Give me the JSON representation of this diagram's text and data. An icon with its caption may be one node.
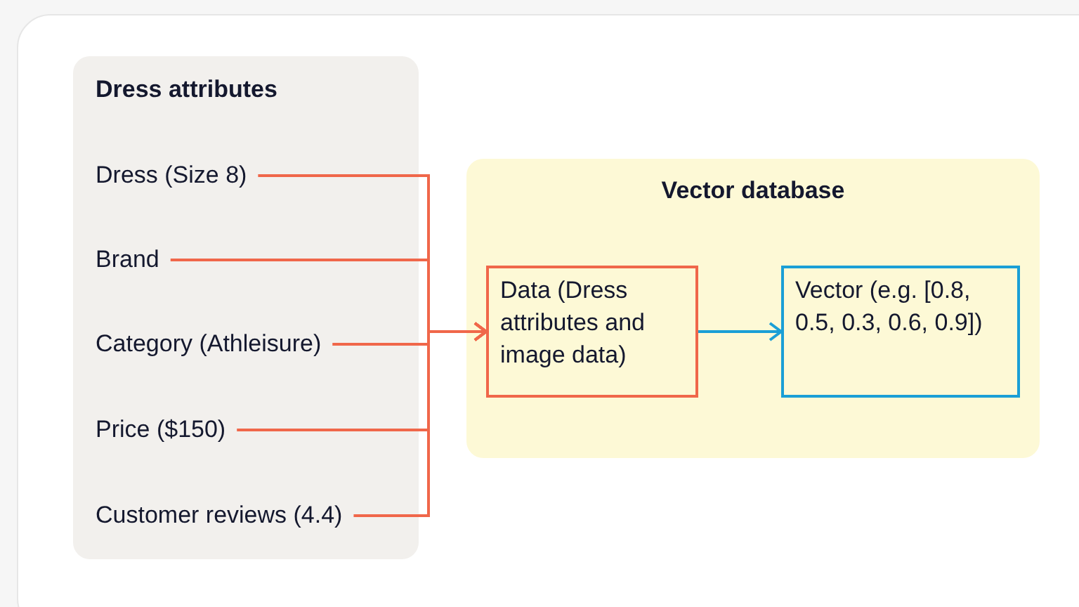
{
  "diagram": {
    "nodes": [
      {
        "text": [
          "Dress attributes"
        ]
      },
      {
        "text": [
          "Dress (Size 8)"
        ],
        "in": 0
      },
      {
        "text": [
          "Brand"
        ],
        "in": 0
      },
      {
        "text": [
          "Category (Athleisure)"
        ],
        "in": 0
      },
      {
        "text": [
          "Price ($150)"
        ],
        "in": 0
      },
      {
        "text": [
          "Customer reviews (4.4)"
        ],
        "in": 0
      },
      {
        "text": [
          "Vector database"
        ]
      },
      {
        "text": [
          "Data (Dress attributes and image data)"
        ],
        "in": 6
      },
      {
        "text": [
          "Vector (e.g. [0.8, 0.5, 0.3, 0.6, 0.9])"
        ],
        "in": 6
      }
    ],
    "edges": [
      {
        "from": 1,
        "to": 7,
        "arrow": "to"
      },
      {
        "from": 2,
        "to": 7,
        "arrow": "to"
      },
      {
        "from": 3,
        "to": 7,
        "arrow": "to"
      },
      {
        "from": 4,
        "to": 7,
        "arrow": "to"
      },
      {
        "from": 5,
        "to": 7,
        "arrow": "to"
      },
      {
        "from": 7,
        "to": 8,
        "arrow": "to",
        "color": "#1a9fd6"
      }
    ]
  }
}
